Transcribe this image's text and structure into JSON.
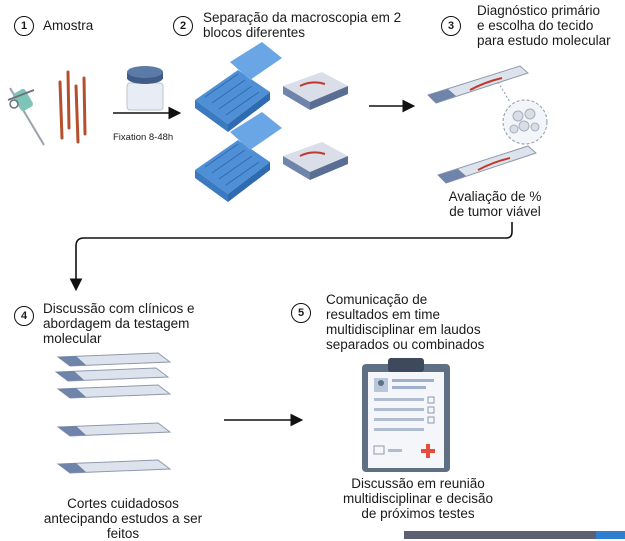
{
  "steps": [
    {
      "number": "1",
      "label": "Amostra"
    },
    {
      "number": "2",
      "label": "Separação da macroscopia em 2\nblocos diferentes"
    },
    {
      "number": "3",
      "label": "Diagnóstico primário\ne escolha do tecido\npara estudo molecular"
    },
    {
      "number": "4",
      "label": "Discussão com clínicos e\nabordagem da testagem\nmolecular"
    },
    {
      "number": "5",
      "label": "Comunicação de\nresultados em time\nmultidisciplinar em laudos\nseparados ou combinados"
    }
  ],
  "fixation_label": "Fixation 8-48h",
  "tumor_label": "Avaliação de %\nde tumor viável",
  "cuts_label": "Cortes cuidadosos\nantecipando estudos a ser\nfeitos",
  "meeting_label": "Discussão em reunião\nmultidisciplinar e decisão\nde próximos testes",
  "colors": {
    "cassette": "#4f8fd6",
    "slide": "#8e99ad",
    "block": "#6f84aa",
    "tissue": "#c0392b"
  }
}
